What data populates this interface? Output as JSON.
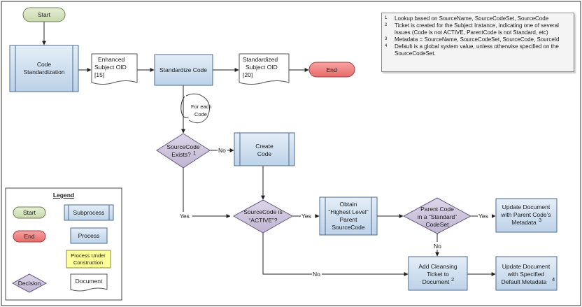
{
  "flow": {
    "start": "Start",
    "code_standardization": [
      "Code",
      "Standardization"
    ],
    "enhanced_doc": [
      "Enhanced",
      "Subject OID",
      "[15]"
    ],
    "standardize_code": "Standardize Code",
    "standardized_doc": [
      "Standardized",
      "Subject OID",
      "[20]"
    ],
    "end": "End",
    "for_each": [
      "For each",
      "Code"
    ],
    "decision_exists": [
      "SourceCode",
      "Exists?"
    ],
    "decision_exists_sup": "1",
    "create_code": [
      "Create",
      "Code"
    ],
    "decision_active": [
      "SourceCode is",
      "“ACTIVE”?"
    ],
    "obtain_parent": [
      "Obtain",
      "“Highest Level”",
      "Parent",
      "SourceCode"
    ],
    "decision_parent": [
      "Parent  Code",
      "in a “Standard”",
      "CodeSet"
    ],
    "update_parent": [
      "Update Document",
      "with Parent Code’s",
      "Metadata"
    ],
    "update_parent_sup": "3",
    "add_ticket": [
      "Add Cleansing",
      "Ticket to",
      "Document"
    ],
    "add_ticket_sup": "2",
    "update_default": [
      "Update Document",
      "with Specified",
      "Default Metadata"
    ],
    "update_default_sup": "4",
    "label_no_1": "No",
    "label_yes_1": "Yes",
    "label_yes_2": "Yes",
    "label_yes_3": "Yes",
    "label_no_2": "No",
    "label_no_3": "No"
  },
  "legend": {
    "title": "Legend",
    "start": "Start",
    "subprocess": "Subprocess",
    "end": "End",
    "process": "Process",
    "under_construction": [
      "Process Under",
      "Construction"
    ],
    "decision": "Decision",
    "document": "Document"
  },
  "notes": [
    {
      "num": "1",
      "text": "Lookup based on SourceName, SourceCodeSet, SourceCode"
    },
    {
      "num": "2",
      "text": "Ticket is created for the Subject Instance, indicating one of several issues (Code is not ACTIVE, ParentCode is not Standard, etc)"
    },
    {
      "num": "3",
      "text": "Metadata = SourceName, SourceCodeSet, SourceCode, SourceId"
    },
    {
      "num": "4",
      "text": "Default is a global system value, unless otherwise specified on the SourceCodeSet."
    }
  ],
  "colors": {
    "terminator_start": "#d9e6c4",
    "terminator_end": "#f08080",
    "process": "#cfe0f0",
    "decision": "#cfc7dd",
    "under_construction": "#ffff99"
  }
}
